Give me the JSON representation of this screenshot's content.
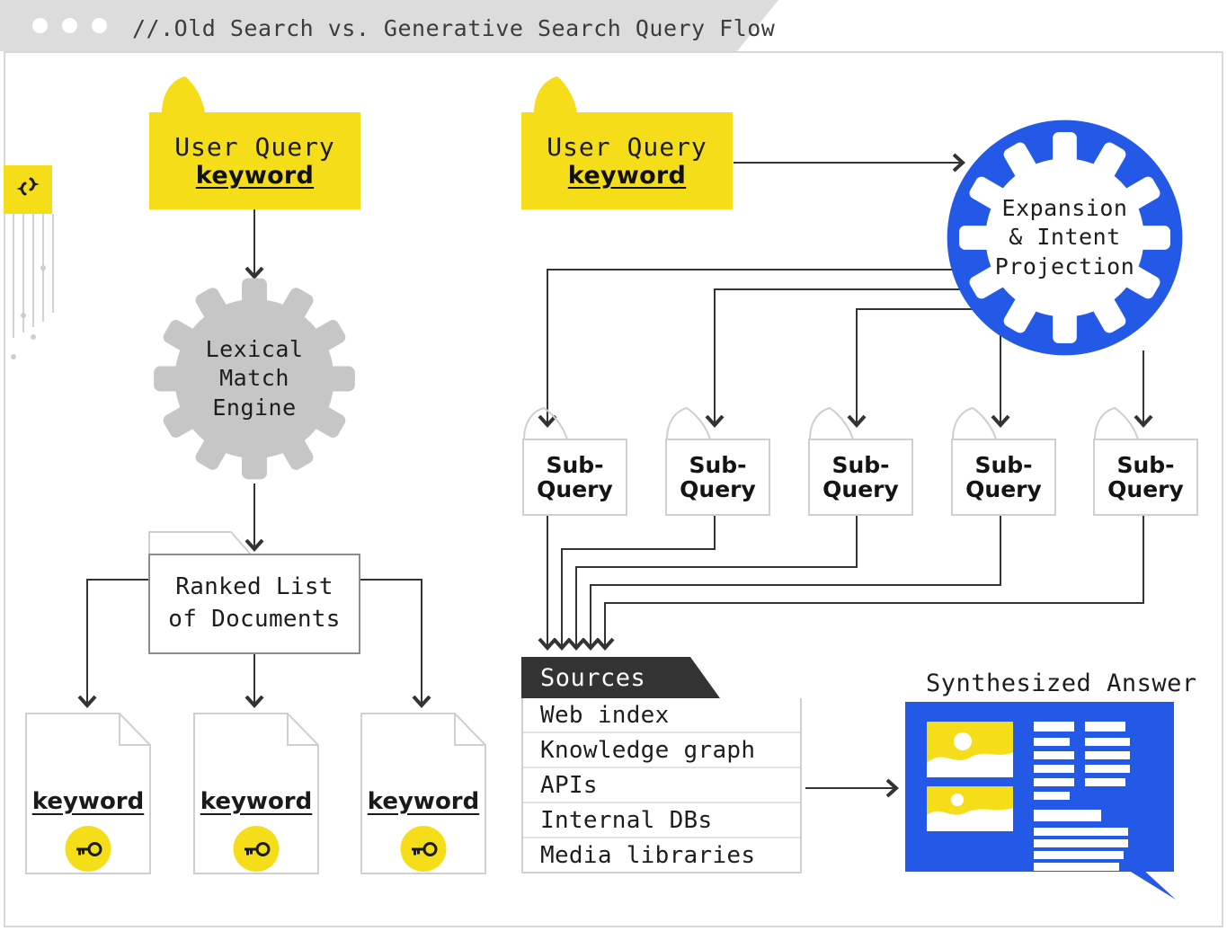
{
  "window": {
    "title": "//.Old Search vs. Generative Search Query Flow",
    "dots": [
      "dot-1",
      "dot-2",
      "dot-3"
    ]
  },
  "theme": {
    "yellow": "#F5DE19",
    "blue": "#2459E8",
    "gray_gear": "#C6C6C6",
    "dark": "#333333",
    "outline": "#CFCFCF",
    "titlebar": "#DCDCDC"
  },
  "decoration": {
    "name": "code-braces-tile",
    "glyph": "{ }"
  },
  "left_flow": {
    "query": {
      "title": "User Query",
      "keyword": "keyword"
    },
    "engine": {
      "lines": [
        "Lexical",
        "Match",
        "Engine"
      ]
    },
    "ranked": {
      "lines": [
        "Ranked List",
        "of Documents"
      ]
    },
    "documents": [
      {
        "keyword": "keyword",
        "icon": "key-icon"
      },
      {
        "keyword": "keyword",
        "icon": "key-icon"
      },
      {
        "keyword": "keyword",
        "icon": "key-icon"
      }
    ]
  },
  "right_flow": {
    "query": {
      "title": "User Query",
      "keyword": "keyword"
    },
    "expansion": {
      "lines": [
        "Expansion",
        "& Intent",
        "Projection"
      ]
    },
    "subqueries": [
      {
        "line1": "Sub-",
        "line2": "Query"
      },
      {
        "line1": "Sub-",
        "line2": "Query"
      },
      {
        "line1": "Sub-",
        "line2": "Query"
      },
      {
        "line1": "Sub-",
        "line2": "Query"
      },
      {
        "line1": "Sub-",
        "line2": "Query"
      }
    ],
    "sources": {
      "header": "Sources",
      "items": [
        "Web index",
        "Knowledge graph",
        "APIs",
        "Internal DBs",
        "Media libraries"
      ]
    },
    "answer": {
      "label": "Synthesized Answer"
    }
  }
}
